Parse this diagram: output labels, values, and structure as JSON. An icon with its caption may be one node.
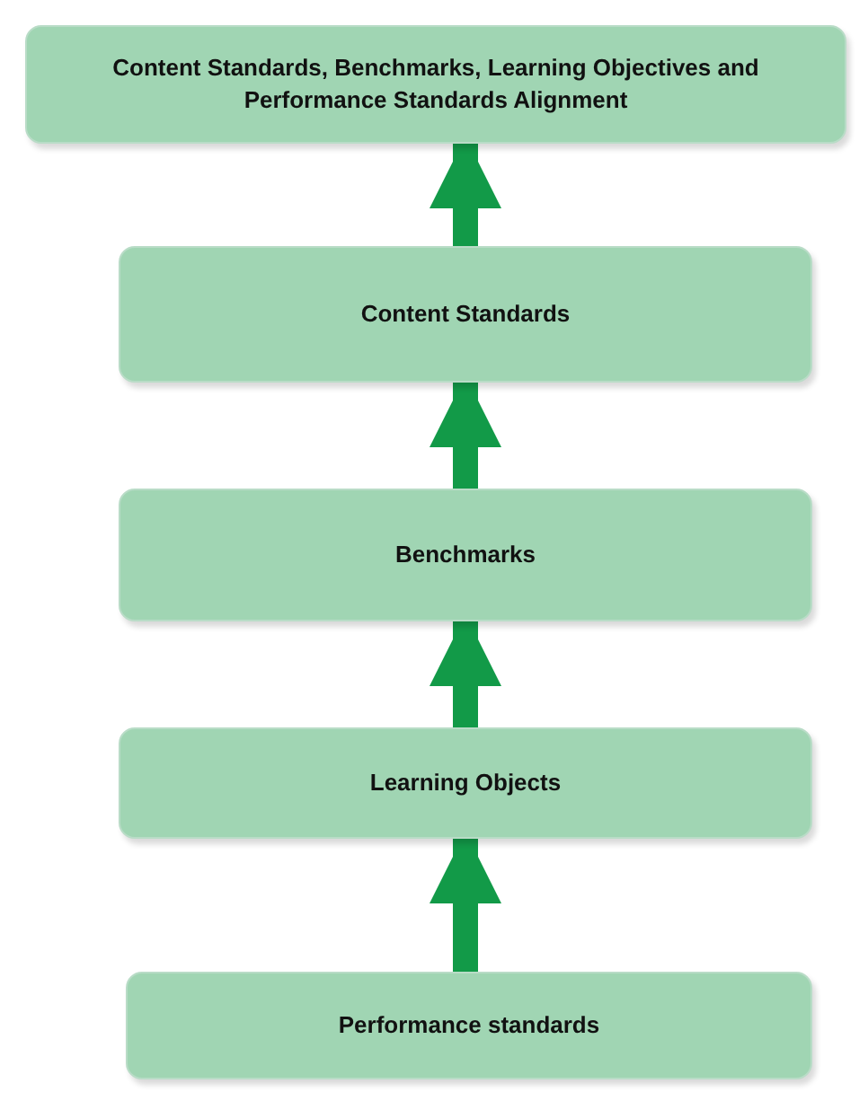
{
  "diagram": {
    "nodes": [
      {
        "text": [
          "Content Standards, Benchmarks, Learning Objectives and Performance Standards Alignment"
        ]
      },
      {
        "text": [
          "Content Standards"
        ]
      },
      {
        "text": [
          "Benchmarks"
        ]
      },
      {
        "text": [
          "Learning Objects"
        ]
      },
      {
        "text": [
          "Performance standards"
        ]
      }
    ],
    "edges": [
      {
        "from": 1,
        "to": 0,
        "arrow": "to"
      },
      {
        "from": 2,
        "to": 1,
        "arrow": "to"
      },
      {
        "from": 3,
        "to": 2,
        "arrow": "to"
      },
      {
        "from": 4,
        "to": 3,
        "arrow": "to"
      }
    ]
  }
}
